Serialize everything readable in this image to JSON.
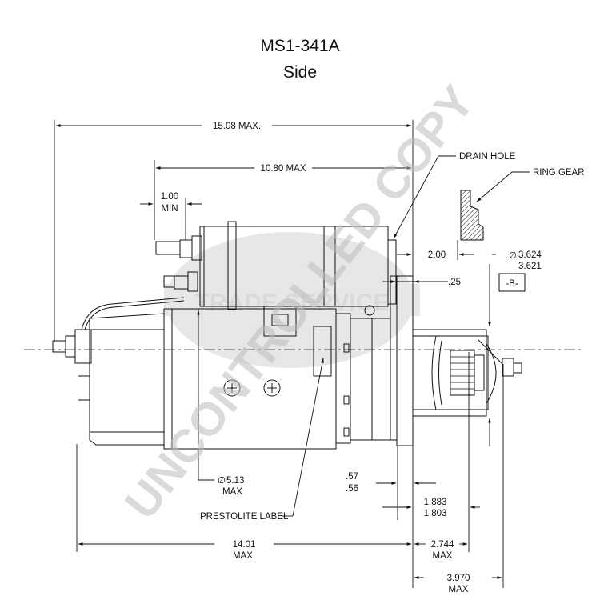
{
  "title": "MS1-341A",
  "subtitle": "Side",
  "watermark": {
    "text": "UNCONTROLLED COPY",
    "logo_text": "TRADE SERVICE",
    "color": "#c8c8c8"
  },
  "dimensions": {
    "overall_length": "15.08 MAX.",
    "mount_to_solenoid": "10.80 MAX",
    "terminal_min_1": "1.00",
    "terminal_min_2": "MIN",
    "ring_gear_offset": "2.00",
    "flange_thickness": ".25",
    "pilot_dia_1": "3.624",
    "pilot_dia_2": "3.621",
    "datum": "-B-",
    "body_dia_1": "5.13",
    "body_dia_2": "MAX",
    "pinion_gap_1": ".57",
    "pinion_gap_2": ".56",
    "pinion_pos_1": "1.883",
    "pinion_pos_2": "1.803",
    "body_length_1": "14.01",
    "body_length_2": "MAX.",
    "nose_length_1": "2.744",
    "nose_length_2": "MAX",
    "overall_nose_1": "3.970",
    "overall_nose_2": "MAX"
  },
  "callouts": {
    "drain_hole": "DRAIN HOLE",
    "ring_gear": "RING GEAR",
    "prestolite_label": "PRESTOLITE LABEL"
  },
  "diameter_symbol": "∅"
}
